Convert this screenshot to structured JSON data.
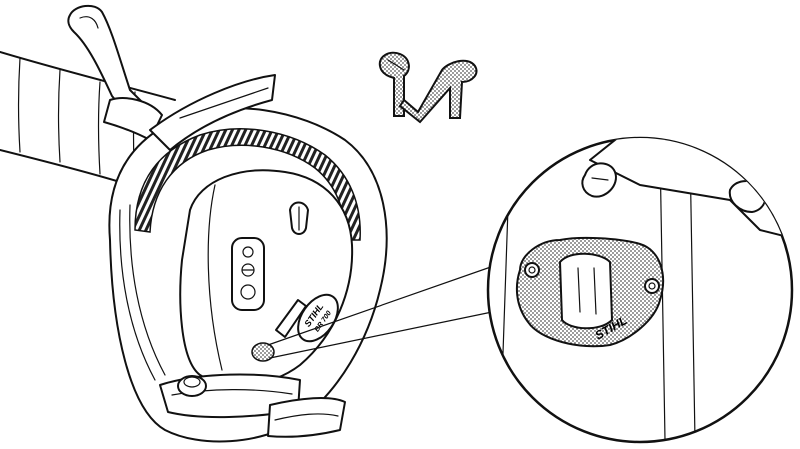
{
  "illustration": {
    "brand_on_housing": "STIHL",
    "model_on_housing": "BR 700",
    "brand_on_cover": "STIHL"
  },
  "colors": {
    "line": "#111111",
    "background": "#ffffff",
    "screen_hatch": "#8a8a8a"
  },
  "icons": [
    "screwdriver-icon",
    "checkmark-icon"
  ]
}
